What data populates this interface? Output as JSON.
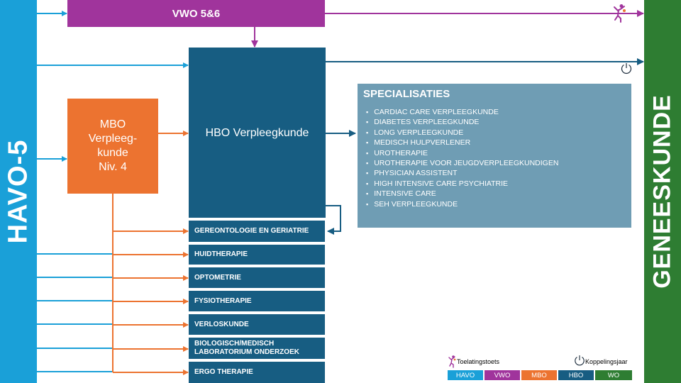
{
  "havo": {
    "label": "HAVO-5"
  },
  "wo": {
    "label": "GENEESKUNDE"
  },
  "vwo": {
    "label": "VWO 5&6"
  },
  "hbo": {
    "label": "HBO Verpleegkunde"
  },
  "mbo": {
    "lines": [
      "MBO",
      "Verpleeg-",
      "kunde",
      "Niv. 4"
    ]
  },
  "specialisaties": {
    "title": "SPECIALISATIES",
    "items": [
      "CARDIAC CARE VERPLEEGKUNDE",
      "DIABETES VERPLEEGKUNDE",
      "LONG VERPLEEGKUNDE",
      "MEDISCH HULPVERLENER",
      "UROTHERAPIE",
      "UROTHERAPIE VOOR JEUGDVERPLEEGKUNDIGEN",
      "PHYSICIAN ASSISTENT",
      "HIGH INTENSIVE CARE PSYCHIATRIE",
      "INTENSIVE CARE",
      "SEH VERPLEEGKUNDE"
    ]
  },
  "programmes": [
    "GEREONTOLOGIE EN GERIATRIE",
    "HUIDTHERAPIE",
    "OPTOMETRIE",
    "FYSIOTHERAPIE",
    "VERLOSKUNDE",
    "BIOLOGISCH/MEDISCH LABORATORIUM ONDERZOEK",
    "ERGO THERAPIE"
  ],
  "legend": {
    "toelatingstoets": "Toelatingstoets",
    "koppelingsjaar": "Koppelingsjaar",
    "items": [
      {
        "label": "HAVO",
        "color": "#1aa0d8"
      },
      {
        "label": "VWO",
        "color": "#a0349c"
      },
      {
        "label": "MBO",
        "color": "#ec7330"
      },
      {
        "label": "HBO",
        "color": "#175d82"
      },
      {
        "label": "WO",
        "color": "#2e7d32"
      }
    ]
  },
  "icons": {
    "entrance_test": "jumping-person-icon",
    "link_year": "power-icon"
  },
  "colors": {
    "havo": "#1aa0d8",
    "vwo": "#a0349c",
    "mbo": "#ec7330",
    "hbo": "#175d82",
    "wo": "#2e7d32",
    "spec": "#6f9db4"
  }
}
